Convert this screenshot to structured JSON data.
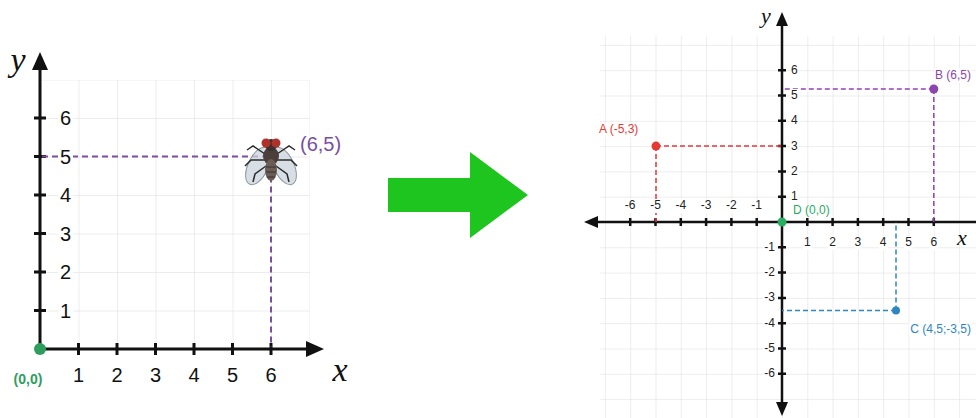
{
  "diagram": {
    "labels": [
      "y",
      "x",
      "1",
      "2",
      "3",
      "4",
      "5",
      "6",
      "1",
      "2",
      "3",
      "4",
      "5",
      "6",
      "(6,5)",
      "(0,0)",
      "y",
      "x",
      "-6",
      "-5",
      "-4",
      "-3",
      "-2",
      "-1",
      "1",
      "2",
      "3",
      "4",
      "5",
      "6",
      "6",
      "5",
      "4",
      "3",
      "2",
      "1",
      "-1",
      "-2",
      "-3",
      "-4",
      "-5",
      "-6",
      "A (-5,3)",
      "B (6,5)",
      "C (4,5;-3,5)",
      "D (0,0)"
    ]
  }
}
